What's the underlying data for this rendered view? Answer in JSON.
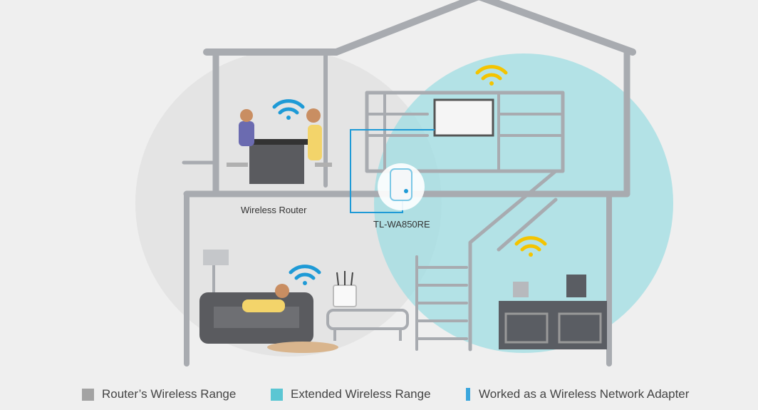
{
  "labels": {
    "router": "Wireless Router",
    "extender": "TL-WA850RE"
  },
  "legend": [
    {
      "label": "Router’s Wireless Range",
      "color": "#a3a3a3"
    },
    {
      "label": "Extended Wireless Range",
      "color": "#5bc6d3"
    },
    {
      "label": "Worked as a Wireless Network Adapter",
      "color": "#3aa6dd"
    }
  ],
  "colors": {
    "background": "#efefef",
    "house_line": "#a8abb0",
    "router_range": "#e2e2e2",
    "extended_range": "#9fdde3",
    "wifi_router": "#1e9ad6",
    "wifi_extended": "#f4c400",
    "cable": "#1e9ad6"
  },
  "icons": [
    "wifi-icon",
    "router-icon",
    "range-extender-icon",
    "house-icon"
  ]
}
